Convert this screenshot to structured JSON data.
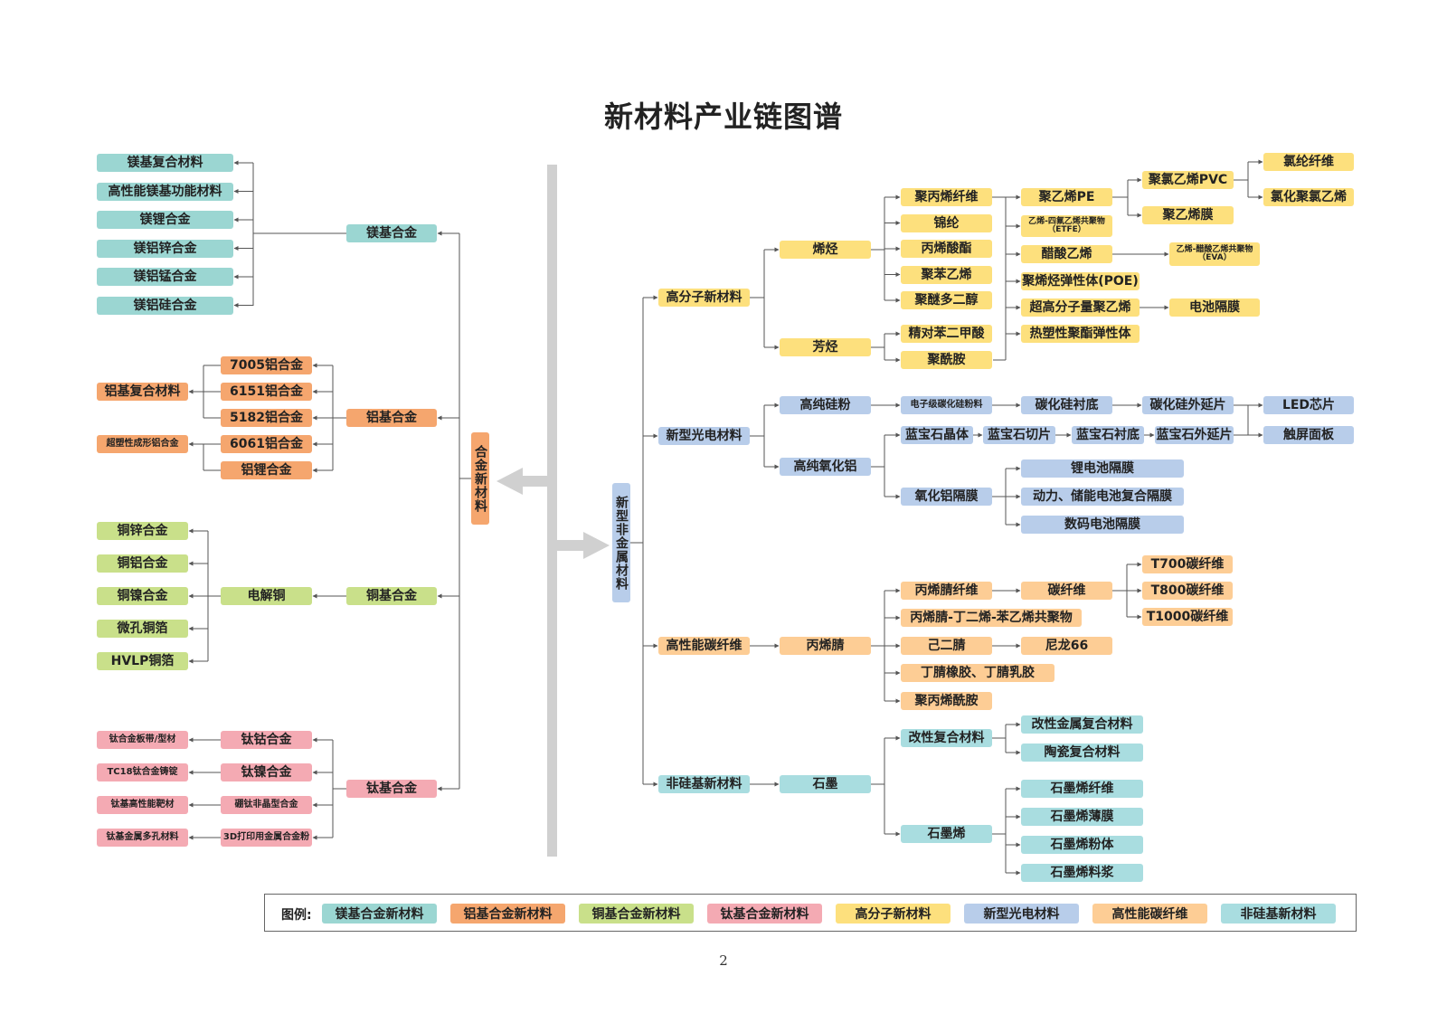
{
  "title": "新材料产业链图谱",
  "page_number": "2",
  "legend_label": "图例:",
  "colors": {
    "mg": "#9bd6d2",
    "al": "#f5a66e",
    "cu": "#c9e08a",
    "ti": "#f4aab3",
    "poly": "#fde07d",
    "opto": "#b8cdea",
    "cf": "#fdcd95",
    "ns": "#a9dde0",
    "line": "#555555",
    "spine": "#d0d0d0"
  },
  "legend": [
    {
      "label": "镁基合金新材料",
      "color": "mg"
    },
    {
      "label": "铝基合金新材料",
      "color": "al"
    },
    {
      "label": "铜基合金新材料",
      "color": "cu"
    },
    {
      "label": "钛基合金新材料",
      "color": "ti"
    },
    {
      "label": "高分子新材料",
      "color": "poly"
    },
    {
      "label": "新型光电材料",
      "color": "opto"
    },
    {
      "label": "高性能碳纤维",
      "color": "cf"
    },
    {
      "label": "非硅基新材料",
      "color": "ns"
    }
  ],
  "nodes": {
    "alloy_root": "合金新材料",
    "nonmetal_root": "新型非金属材料",
    "mg": {
      "hub": "镁基合金",
      "items": [
        "镁基复合材料",
        "高性能镁基功能材料",
        "镁锂合金",
        "镁铝锌合金",
        "镁铝锰合金",
        "镁铝硅合金"
      ]
    },
    "al": {
      "hub": "铝基合金",
      "mid": [
        "7005铝合金",
        "6151铝合金",
        "5182铝合金",
        "6061铝合金",
        "铝锂合金"
      ],
      "left": [
        "铝基复合材料",
        "超塑性成形铝合金"
      ]
    },
    "cu": {
      "hub": "铜基合金",
      "mid": "电解铜",
      "items": [
        "铜锌合金",
        "铜铝合金",
        "铜镍合金",
        "微孔铜箔",
        "HVLP铜箔"
      ]
    },
    "ti": {
      "hub": "钛基合金",
      "mid": [
        "钛钴合金",
        "钛镍合金",
        "硼钛非晶型合金",
        "3D打印用金属合金粉"
      ],
      "left": [
        "钛合金板带/型材",
        "TC18钛合金铸锭",
        "钛基高性能靶材",
        "钛基金属多孔材料"
      ]
    },
    "poly": {
      "hub": "高分子新材料",
      "olefin": "烯烃",
      "aromatic": "芳烃",
      "olefin_items": [
        "聚丙烯纤维",
        "锦纶",
        "丙烯酸酯",
        "聚苯乙烯",
        "聚醚多二醇"
      ],
      "aromatic_items": [
        "精对苯二甲酸",
        "聚酰胺"
      ],
      "pe": "聚乙烯PE",
      "etfe": "乙烯-四氟乙烯共聚物（ETFE）",
      "vac": "醋酸乙烯",
      "poe": "聚烯烃弹性体(POE)",
      "uhmwpe": "超高分子量聚乙烯",
      "tpee": "热塑性聚酯弹性体",
      "pvc": "聚氯乙烯PVC",
      "pe_film": "聚乙烯膜",
      "eva": "乙烯-醋酸乙烯共聚物（EVA）",
      "battery_sep": "电池隔膜",
      "chlorine_fiber": "氯纶纤维",
      "cpvc": "氯化聚氯乙烯"
    },
    "opto": {
      "hub": "新型光电材料",
      "si_powder": "高纯硅粉",
      "alumina": "高纯氧化铝",
      "sic_powder": "电子级碳化硅粉料",
      "sic_sub": "碳化硅衬底",
      "sic_epi": "碳化硅外延片",
      "sapphire": "蓝宝石晶体",
      "sapphire_cut": "蓝宝石切片",
      "sapphire_sub": "蓝宝石衬底",
      "sapphire_epi": "蓝宝石外延片",
      "led": "LED芯片",
      "touch": "触屏面板",
      "al_film": "氧化铝隔膜",
      "films": [
        "锂电池隔膜",
        "动力、储能电池复合隔膜",
        "数码电池隔膜"
      ]
    },
    "cf": {
      "hub": "高性能碳纤维",
      "acn": "丙烯腈",
      "items": [
        "丙烯腈纤维",
        "丙烯腈-丁二烯-苯乙烯共聚物",
        "己二腈",
        "丁腈橡胶、丁腈乳胶",
        "聚丙烯酰胺"
      ],
      "carbon_fiber": "碳纤维",
      "nylon": "尼龙66",
      "grades": [
        "T700碳纤维",
        "T800碳纤维",
        "T1000碳纤维"
      ]
    },
    "ns": {
      "hub": "非硅基新材料",
      "graphite": "石墨",
      "composite": "改性复合材料",
      "graphene": "石墨烯",
      "composite_items": [
        "改性金属复合材料",
        "陶瓷复合材料"
      ],
      "graphene_items": [
        "石墨烯纤维",
        "石墨烯薄膜",
        "石墨烯粉体",
        "石墨烯料浆"
      ]
    }
  }
}
